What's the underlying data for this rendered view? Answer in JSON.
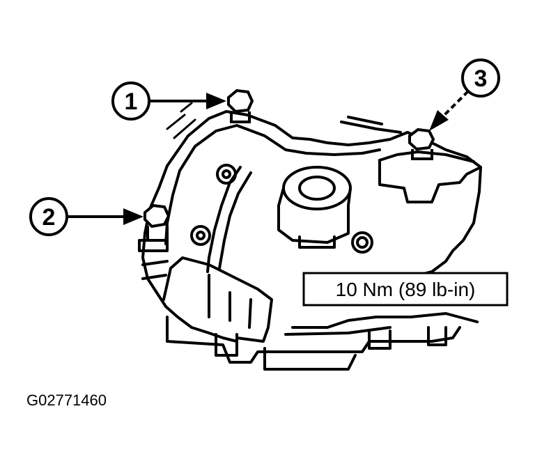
{
  "callouts": [
    {
      "label": "1"
    },
    {
      "label": "2"
    },
    {
      "label": "3"
    }
  ],
  "torque_spec": "10 Nm (89 lb-in)",
  "figure_id": "G02771460",
  "colors": {
    "ink": "#000000",
    "paper": "#ffffff"
  }
}
